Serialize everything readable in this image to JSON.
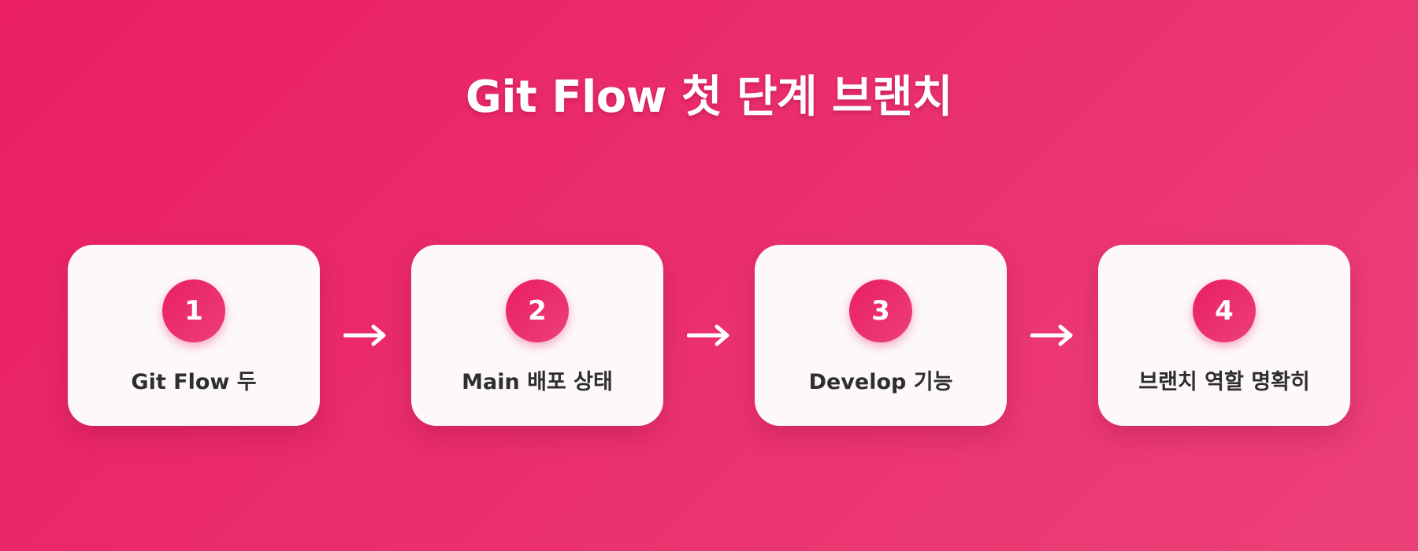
{
  "title": "Git Flow 첫 단계 브랜치",
  "colors": {
    "background_start": "#e91e63",
    "background_end": "#ec4079",
    "card": "#fdf8fa",
    "label_text": "#2e2e2e",
    "badge_text": "#ffffff"
  },
  "steps": [
    {
      "number": "1",
      "label": "Git Flow 두"
    },
    {
      "number": "2",
      "label": "Main 배포 상태"
    },
    {
      "number": "3",
      "label": "Develop 기능"
    },
    {
      "number": "4",
      "label": "브랜치 역할 명확히"
    }
  ],
  "connector_icon": "right-arrow-icon"
}
